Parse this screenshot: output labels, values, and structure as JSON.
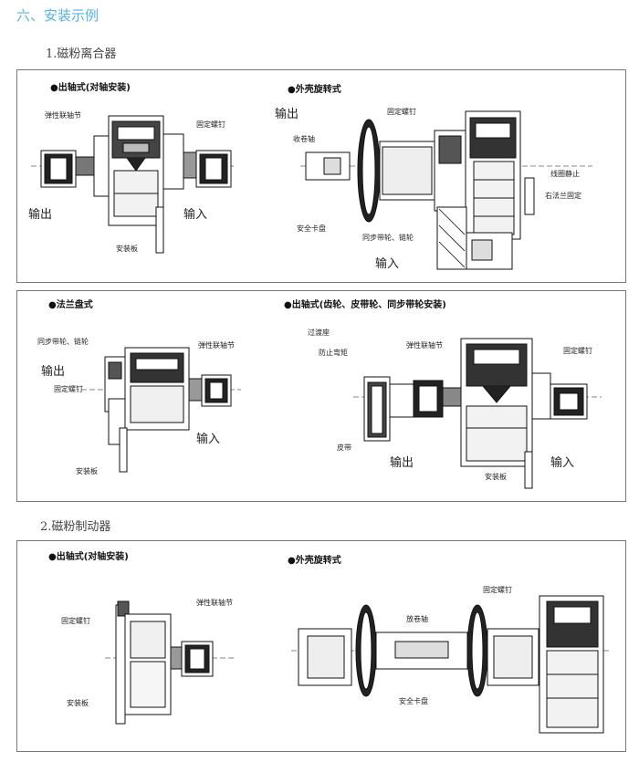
{
  "header": "六、安装示例",
  "sections": [
    {
      "title": "1.磁粉离合器"
    },
    {
      "title": "2.磁粉制动器"
    }
  ],
  "panel1": {
    "left_title": "●出轴式(对轴安装)",
    "right_title": "●外壳旋转式",
    "labels": {
      "elastic_coupling": "弹性联轴节",
      "fixing_screw": "固定螺钉",
      "output": "输出",
      "input": "输入",
      "mount_plate": "安装板",
      "r_output": "输出",
      "r_winding_shaft": "收卷轴",
      "r_fixing_screw": "固定螺钉",
      "r_coil_static": "线圈静止",
      "r_right_flange": "右法兰固定",
      "r_safety_clamp": "安全卡盘",
      "r_sync_belt": "同步带轮、链轮",
      "r_input": "输入"
    }
  },
  "panel2": {
    "left_title": "●法兰盘式",
    "right_title": "●出轴式(齿轮、皮带轮、同步带轮安装)",
    "labels": {
      "sync_belt": "同步带轮、链轮",
      "output": "输出",
      "fixing_screw": "固定螺钉",
      "elastic_coupling": "弹性联轴节",
      "input": "输入",
      "mount_plate": "安装板",
      "r_transition": "过渡座",
      "r_anti_bend": "防止弯矩",
      "r_elastic_coupling": "弹性联轴节",
      "r_fixing_screw": "固定螺钉",
      "r_belt": "皮带",
      "r_output": "输出",
      "r_input": "输入",
      "r_mount_plate": "安装板"
    }
  },
  "panel3": {
    "left_title": "●出轴式(对轴安装)",
    "right_title": "●外壳旋转式",
    "labels": {
      "fixing_screw": "固定螺钉",
      "elastic_coupling": "弹性联轴节",
      "mount_plate": "安装板",
      "r_fixing_screw": "固定螺钉",
      "r_unwind_shaft": "放卷轴",
      "r_safety_clamp": "安全卡盘"
    }
  }
}
